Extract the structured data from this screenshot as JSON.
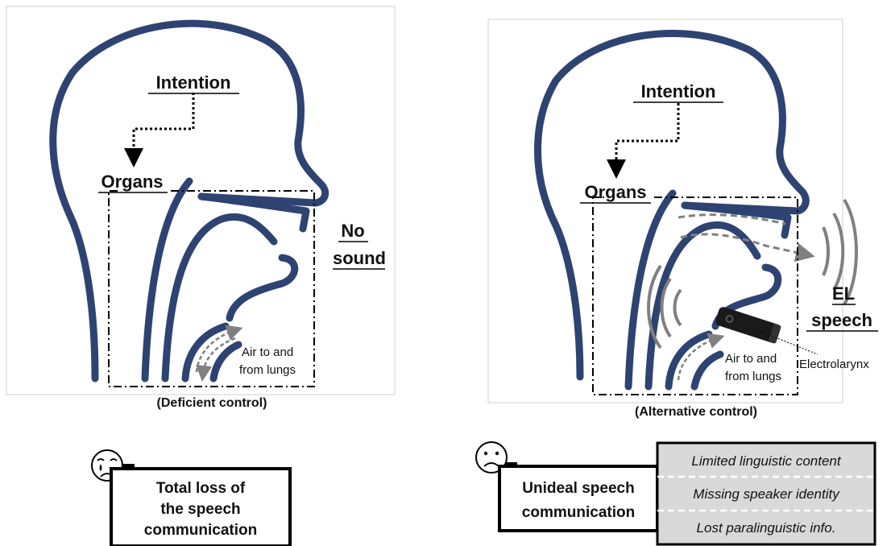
{
  "left_panel": {
    "intention": "Intention",
    "organs": "Organs",
    "output_line1": "No",
    "output_line2": "sound",
    "air_line1": "Air to and",
    "air_line2": "from lungs",
    "caption": "(Deficient control)",
    "outcome_line1": "Total loss of",
    "outcome_line2": "the speech",
    "outcome_line3": "communication"
  },
  "right_panel": {
    "intention": "Intention",
    "organs": "Organs",
    "output_line1": "EL",
    "output_line2": "speech",
    "air_line1": "Air to and",
    "air_line2": "from lungs",
    "device_label": "Electrolarynx",
    "caption": "(Alternative control)",
    "outcome_line1": "Unideal speech",
    "outcome_line2": "communication",
    "limitations": [
      "Limited linguistic content",
      "Missing speaker identity",
      "Lost paralinguistic info."
    ]
  },
  "colors": {
    "tract": "#2e4372",
    "sound_waves": "#808080",
    "limitation_fill": "#d9d9d9"
  }
}
